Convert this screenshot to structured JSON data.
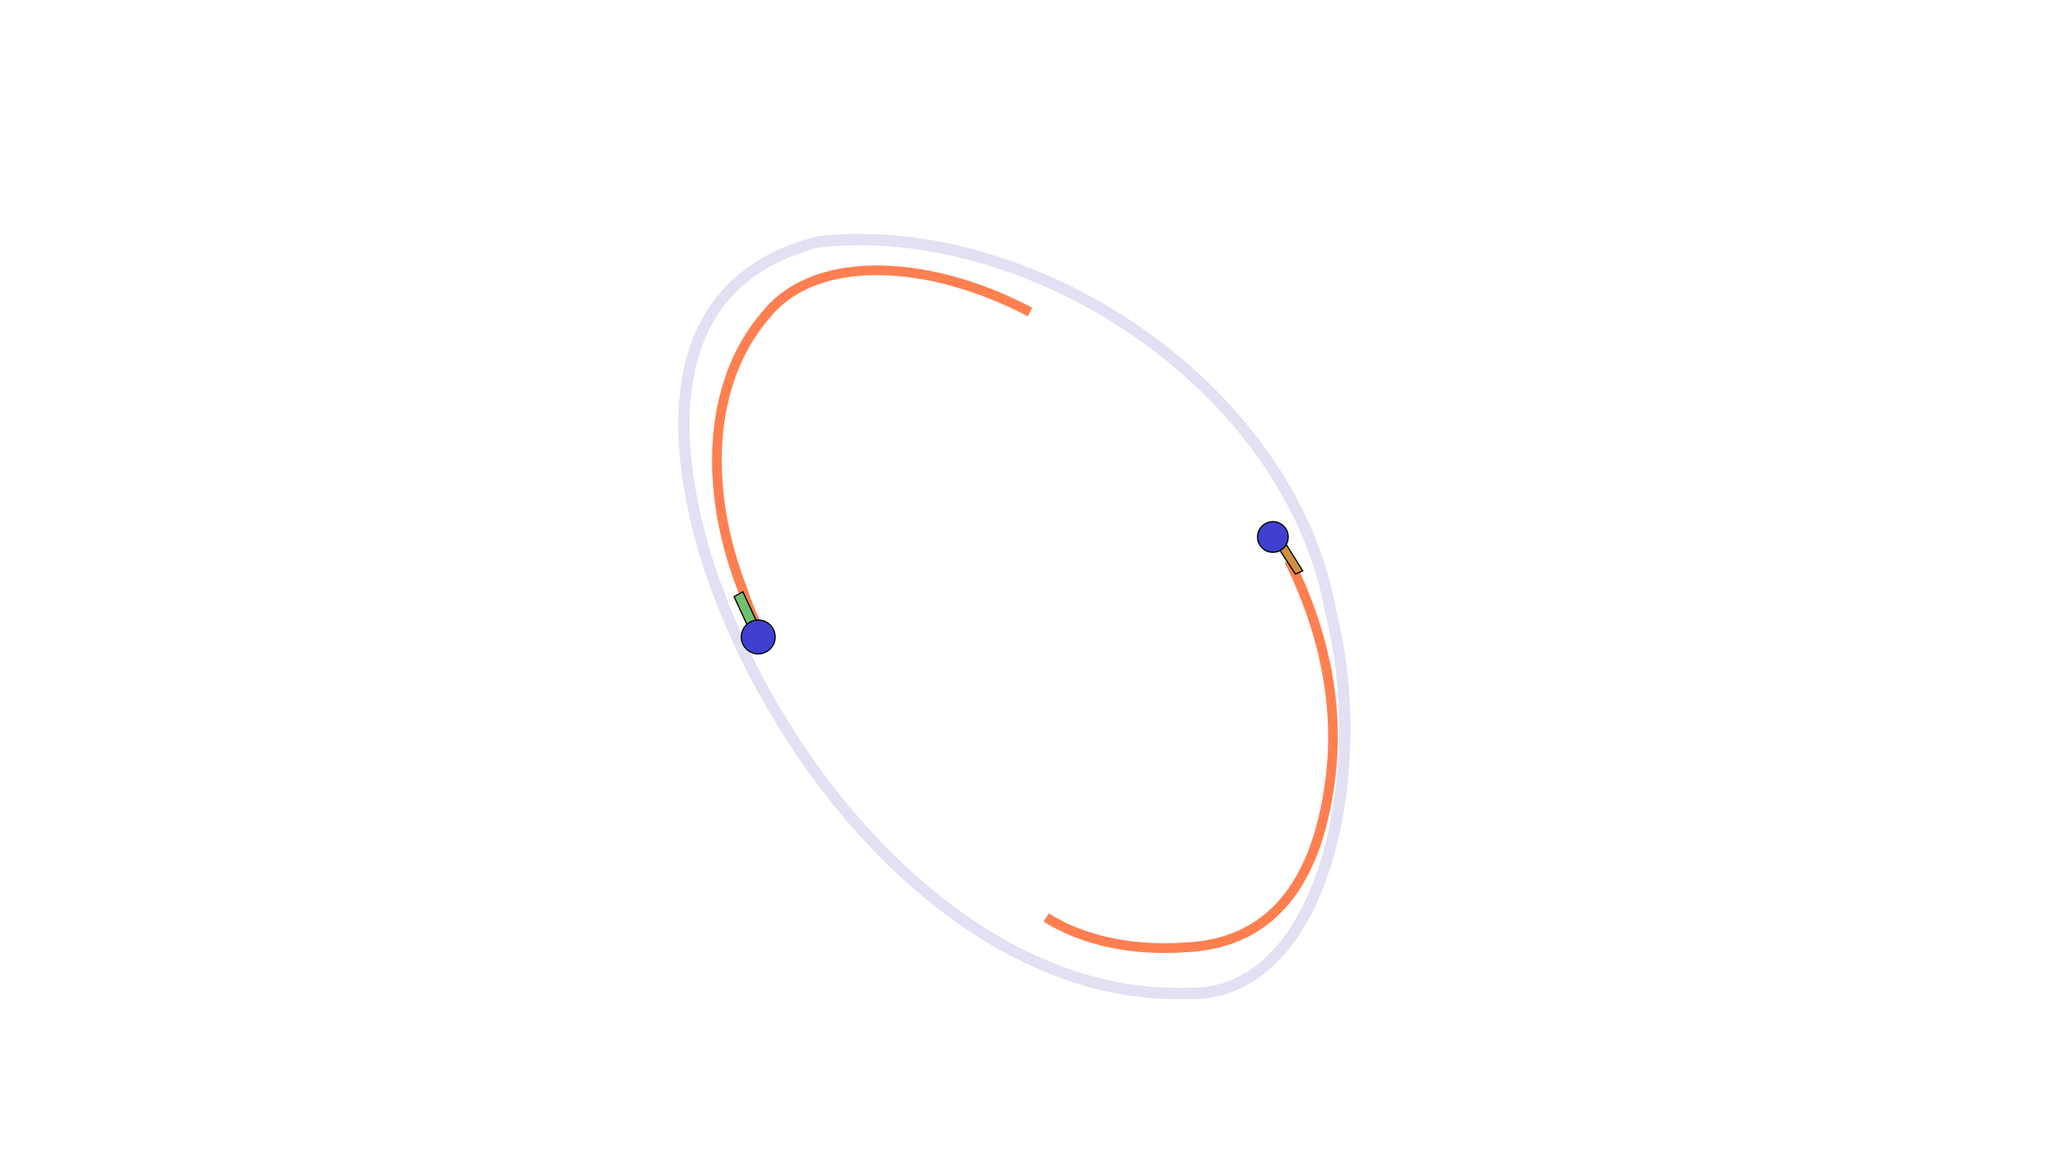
{
  "diagram": {
    "type": "orbit-visualization",
    "orbit_path": {
      "name": "orbit-path",
      "color": "#e2e0f2"
    },
    "trails": [
      {
        "name": "trail-upper",
        "color": "#ff7f50"
      },
      {
        "name": "trail-lower",
        "color": "#ff7f50"
      }
    ],
    "bodies": [
      {
        "name": "body-left",
        "color": "#4040d0",
        "vector_color": "#6fc06f"
      },
      {
        "name": "body-right",
        "color": "#4040d0",
        "vector_color": "#d09040"
      }
    ]
  }
}
